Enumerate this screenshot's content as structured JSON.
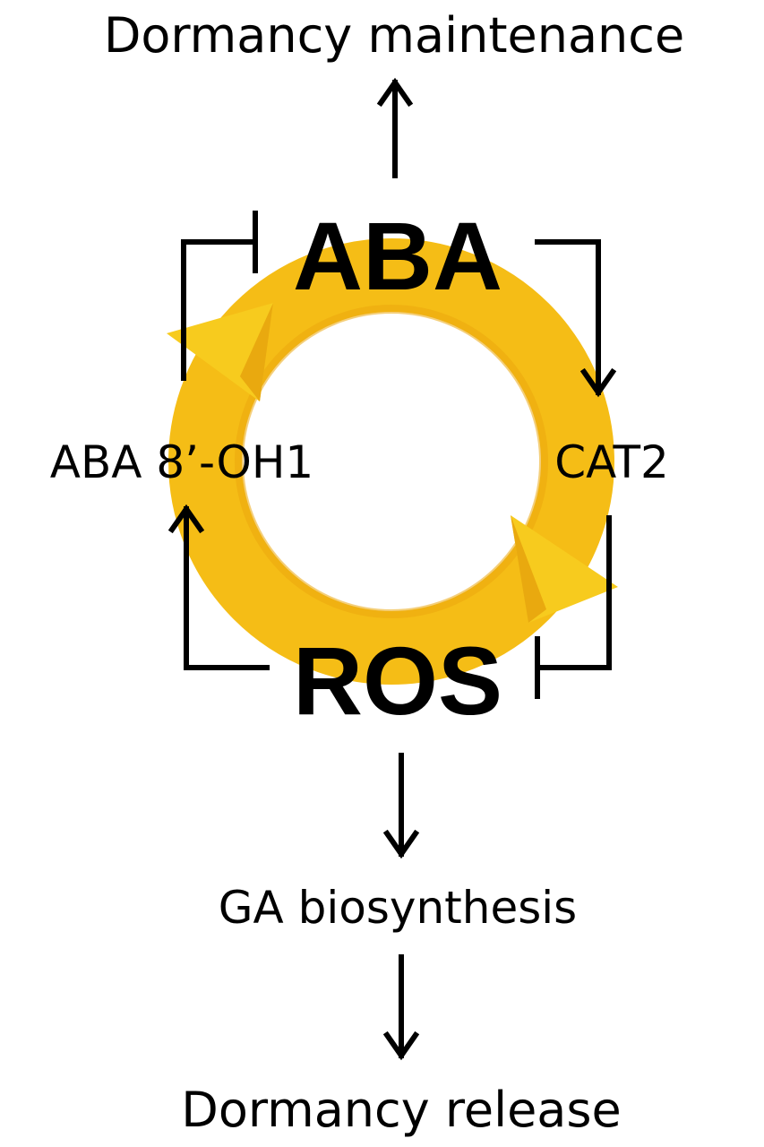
{
  "diagram": {
    "nodes": {
      "top": {
        "label": "Dormancy maintenance"
      },
      "hub_top": {
        "label": "ABA"
      },
      "left": {
        "label": "ABA 8’-OH1"
      },
      "right": {
        "label": "CAT2"
      },
      "hub_bottom": {
        "label": "ROS"
      },
      "mid_bottom": {
        "label": "GA biosynthesis"
      },
      "bottom": {
        "label": "Dormancy release"
      }
    },
    "edges": [
      {
        "from": "hub_top",
        "to": "top",
        "type": "activation"
      },
      {
        "from": "left",
        "to": "hub_top",
        "type": "inhibition"
      },
      {
        "from": "hub_top",
        "to": "right",
        "type": "activation"
      },
      {
        "from": "right",
        "to": "hub_bottom",
        "type": "inhibition"
      },
      {
        "from": "hub_bottom",
        "to": "left",
        "type": "activation"
      },
      {
        "from": "hub_bottom",
        "to": "mid_bottom",
        "type": "activation"
      },
      {
        "from": "mid_bottom",
        "to": "bottom",
        "type": "activation"
      }
    ],
    "colors": {
      "cycle_ring": "#F5BD16",
      "cycle_arrowhead": "#F7CB1E",
      "lines": "#000000",
      "background": "#FFFFFF"
    }
  }
}
